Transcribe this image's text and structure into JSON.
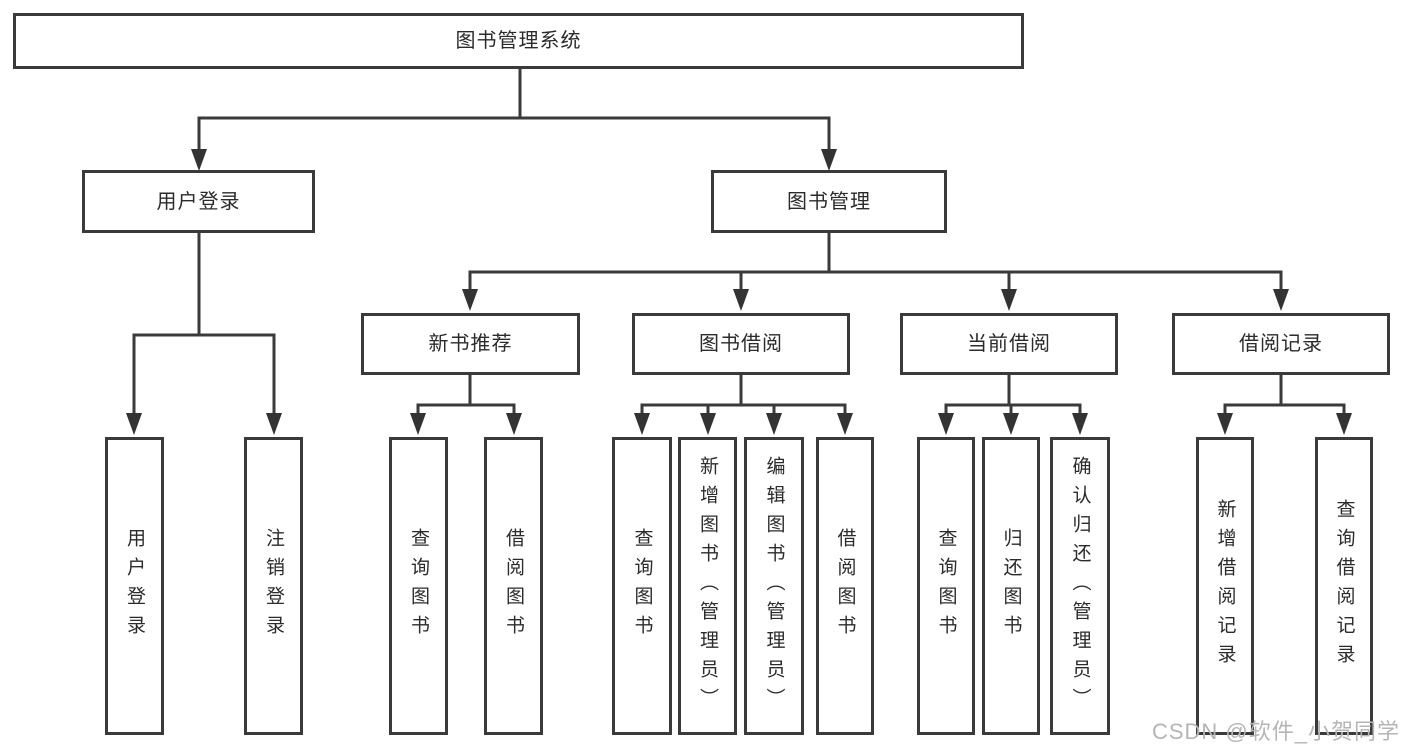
{
  "diagram": {
    "type": "hierarchy-tree",
    "title": "图书管理系统",
    "levels": 4
  },
  "nodes": {
    "root": {
      "label": "图书管理系统"
    },
    "user_login": {
      "label": "用户登录"
    },
    "book_mgmt": {
      "label": "图书管理"
    },
    "new_book_rec": {
      "label": "新书推荐"
    },
    "book_borrow": {
      "label": "图书借阅"
    },
    "current_borrow": {
      "label": "当前借阅"
    },
    "borrow_record": {
      "label": "借阅记录"
    },
    "leaf_user_login": {
      "label": "用户登录"
    },
    "leaf_logout": {
      "label": "注销登录"
    },
    "leaf_query_book_1": {
      "label": "查询图书"
    },
    "leaf_borrow_book_1": {
      "label": "借阅图书"
    },
    "leaf_query_book_2": {
      "label": "查询图书"
    },
    "leaf_add_book": {
      "label": "新增图书（管理员）"
    },
    "leaf_edit_book": {
      "label": "编辑图书（管理员）"
    },
    "leaf_borrow_book_2": {
      "label": "借阅图书"
    },
    "leaf_query_book_3": {
      "label": "查询图书"
    },
    "leaf_return_book": {
      "label": "归还图书"
    },
    "leaf_confirm_return": {
      "label": "确认归还（管理员）"
    },
    "leaf_add_record": {
      "label": "新增借阅记录"
    },
    "leaf_query_record": {
      "label": "查询借阅记录"
    }
  },
  "edges": [
    [
      "图书管理系统",
      "用户登录"
    ],
    [
      "图书管理系统",
      "图书管理"
    ],
    [
      "用户登录",
      "用户登录(叶)"
    ],
    [
      "用户登录",
      "注销登录"
    ],
    [
      "图书管理",
      "新书推荐"
    ],
    [
      "图书管理",
      "图书借阅"
    ],
    [
      "图书管理",
      "当前借阅"
    ],
    [
      "图书管理",
      "借阅记录"
    ],
    [
      "新书推荐",
      "查询图书"
    ],
    [
      "新书推荐",
      "借阅图书"
    ],
    [
      "图书借阅",
      "查询图书"
    ],
    [
      "图书借阅",
      "新增图书（管理员）"
    ],
    [
      "图书借阅",
      "编辑图书（管理员）"
    ],
    [
      "图书借阅",
      "借阅图书"
    ],
    [
      "当前借阅",
      "查询图书"
    ],
    [
      "当前借阅",
      "归还图书"
    ],
    [
      "当前借阅",
      "确认归还（管理员）"
    ],
    [
      "借阅记录",
      "新增借阅记录"
    ],
    [
      "借阅记录",
      "查询借阅记录"
    ]
  ],
  "watermark": {
    "text": "CSDN @软件_小贺同学"
  },
  "colors": {
    "line": "#3a3a3a",
    "arrow": "#333333",
    "text": "#2b2b2b",
    "watermark": "#b5b5b5",
    "background": "#ffffff"
  }
}
